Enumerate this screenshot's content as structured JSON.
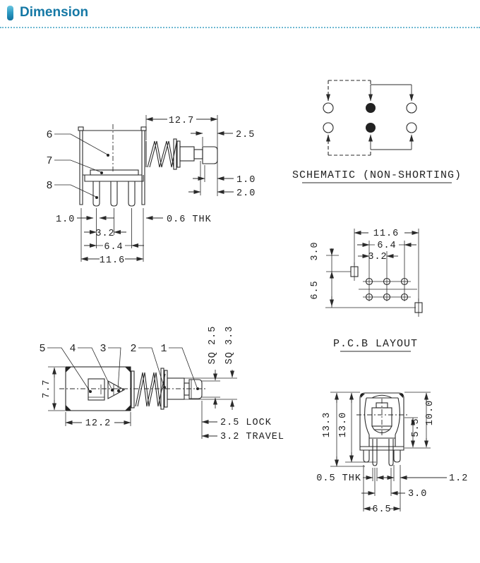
{
  "header": {
    "title": "Dimension"
  },
  "side_view": {
    "labels": [
      "6",
      "7",
      "8"
    ],
    "dims": {
      "width_top": "12.7",
      "knob": "2.5",
      "step": "1.0",
      "shoulder": "2.0",
      "pin_width": "1.0",
      "pin_thk": "0.6 THK",
      "pitch": "3.2",
      "span": "6.4",
      "total": "11.6"
    }
  },
  "schematic": {
    "title": "SCHEMATIC (NON-SHORTING)"
  },
  "pcb_layout": {
    "title": "P.C.B LAYOUT",
    "dims": {
      "total_w": "11.6",
      "span": "6.4",
      "pitch": "3.2",
      "row": "3.0",
      "height": "6.5"
    }
  },
  "top_view": {
    "labels": [
      "5",
      "4",
      "3",
      "2",
      "1"
    ],
    "dims": {
      "body_h": "7.7",
      "body_w": "12.2",
      "sq_small": "SQ 2.5",
      "sq_big": "SQ 3.3",
      "lock": "2.5 LOCK",
      "travel": "3.2 TRAVEL"
    }
  },
  "front_view": {
    "dims": {
      "total_h": "13.3",
      "inner_h": "13.0",
      "body_h": "10.0",
      "inner": "5.5",
      "pin_thk": "0.5 THK",
      "leg_w": "1.2",
      "pin_pitch": "3.0",
      "leg_span": "6.5"
    }
  },
  "colors": {
    "accent": "#1578a5",
    "line": "#2a2a2a"
  }
}
